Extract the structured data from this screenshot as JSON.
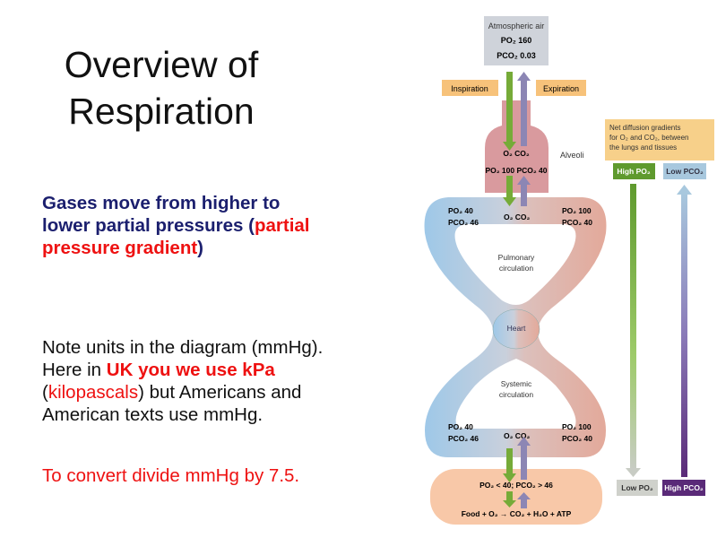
{
  "title": {
    "line1": "Overview of",
    "line2": "Respiration"
  },
  "para1": {
    "a": "Gases move from higher to",
    "b": "lower partial pressures (",
    "c": "partial",
    "d": "pressure gradient",
    ")": ")"
  },
  "para2": {
    "l1": "Note units in the diagram (mmHg).",
    "l2a": "Here in ",
    "l2b": "UK you we use kPa",
    "l3a": "(",
    "l3b": "kilopascals",
    "l3c": ") but Americans and",
    "l4": "American texts use mmHg."
  },
  "para3": "To convert divide mmHg by 7.5.",
  "diagram": {
    "atmos": {
      "label": "Atmospheric air",
      "po2": "PO₂ 160",
      "pco2": "PCO₂ 0.03"
    },
    "inspiration": "Inspiration",
    "expiration": "Expiration",
    "alveoli": {
      "label": "Alveoli",
      "gases": "O₂  CO₂",
      "values": "PO₂ 100  PCO₂ 40"
    },
    "pulm_left": {
      "po2": "PO₂  40",
      "pco2": "PCO₂ 46"
    },
    "pulm_right": {
      "po2": "PO₂ 100",
      "pco2": "PCO₂  40"
    },
    "pulm_gases": "O₂  CO₂",
    "pulmonary": {
      "l1": "Pulmonary",
      "l2": "circulation"
    },
    "heart": "Heart",
    "systemic": {
      "l1": "Systemic",
      "l2": "circulation"
    },
    "sys_left": {
      "po2": "PO₂  40",
      "pco2": "PCO₂ 46"
    },
    "sys_right": {
      "po2": "PO₂ 100",
      "pco2": "PCO₂  40"
    },
    "sys_gases": "O₂  CO₂",
    "tissue": {
      "values": "PO₂ < 40; PCO₂ > 46",
      "equation": "Food + O₂ → CO₂ + H₂O + ATP"
    },
    "gradient": {
      "note_l1": "Net diffusion gradients",
      "note_l2": "for O₂ and CO₂, between",
      "note_l3": "the lungs and tissues",
      "high_po2": "High PO₂",
      "low_pco2": "Low PCO₂",
      "low_po2": "Low PO₂",
      "high_pco2": "High PCO₂"
    },
    "colors": {
      "green": "#6aa53a",
      "purple": "#5a2a78",
      "orange": "#f7c27a",
      "blue": "#9ec8e8",
      "pink": "#e3a99a"
    }
  }
}
